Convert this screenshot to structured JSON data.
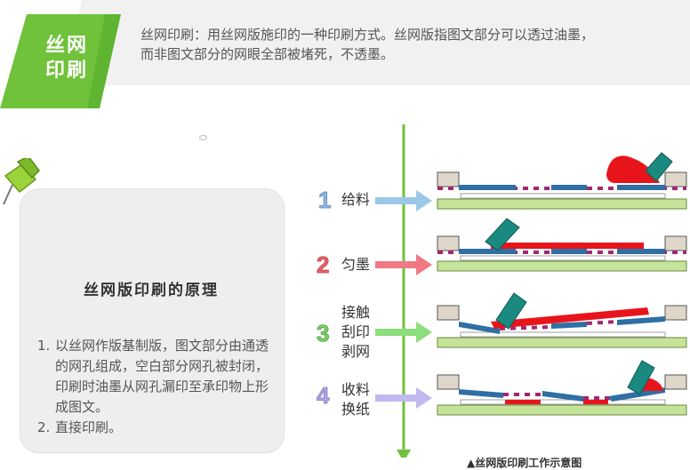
{
  "badge": {
    "line1": "丝网",
    "line2": "印刷"
  },
  "description": {
    "line1": "丝网印刷：用丝网版施印的一种印刷方式。丝网版指图文部分可以透过油墨，",
    "line2": "而非图文部分的网眼全部被堵死，不透墨。"
  },
  "card": {
    "title": "丝网版印刷的原理",
    "items": [
      {
        "num": "1.",
        "text": "以丝网作版基制版，图文部分由通透的网孔组成，空白部分网孔被封闭，印刷时油墨从网孔漏印至承印物上形成图文。"
      },
      {
        "num": "2.",
        "text": "直接印刷。"
      }
    ]
  },
  "steps": [
    {
      "num": "1",
      "label": [
        "给料"
      ],
      "color": "#8fb8e0"
    },
    {
      "num": "2",
      "label": [
        "匀墨"
      ],
      "color": "#e8606a"
    },
    {
      "num": "3",
      "label": [
        "接触",
        "刮印",
        "剥网"
      ],
      "color": "#7bd06a"
    },
    {
      "num": "4",
      "label": [
        "收料",
        "换纸"
      ],
      "color": "#b0a6e0"
    }
  ],
  "caption": "▲丝网版印刷工作示意图",
  "colors": {
    "green": "#6fc23a",
    "screen_blue": "#2f6fa3",
    "ink_red": "#e8141b",
    "hole_magenta": "#a0286e",
    "squeegee_teal": "#1a8a80",
    "bed_green": "#c6e39a",
    "frame_grey": "#ded7c9",
    "axis_green": "#6fc23a"
  },
  "icons": [
    "pushpin-icon",
    "arrow-icon",
    "squeegee-icon"
  ]
}
